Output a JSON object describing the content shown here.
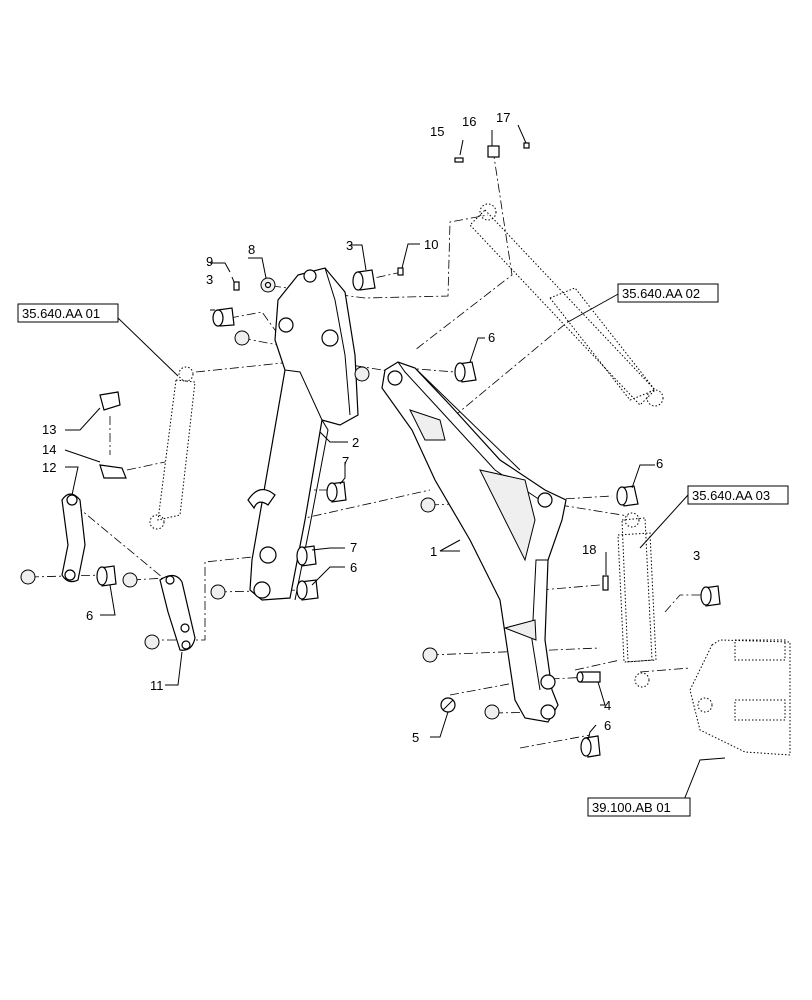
{
  "callouts": {
    "c1": "1",
    "c2": "2",
    "c3a": "3",
    "c3b": "3",
    "c3c": "3",
    "c4": "4",
    "c5": "5",
    "c6a": "6",
    "c6b": "6",
    "c6c": "6",
    "c6d": "6",
    "c6e": "6",
    "c7a": "7",
    "c7b": "7",
    "c8": "8",
    "c9": "9",
    "c10": "10",
    "c11": "11",
    "c12": "12",
    "c13": "13",
    "c14": "14",
    "c15": "15",
    "c16": "16",
    "c17": "17",
    "c18": "18"
  },
  "references": {
    "r1": "35.640.AA 01",
    "r2": "35.640.AA 02",
    "r3": "35.640.AA 03",
    "r4": "39.100.AB 01"
  }
}
